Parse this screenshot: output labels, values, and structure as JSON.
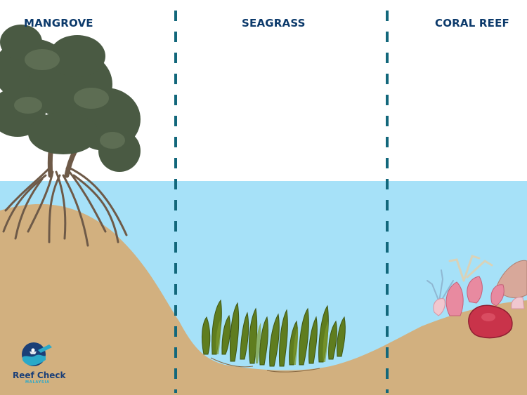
{
  "zones": {
    "mangrove": "MANGROVE",
    "seagrass": "SEAGRASS",
    "coral_reef": "CORAL REEF"
  },
  "logo": {
    "title": "Reef Check",
    "subtitle": "MALAYSIA"
  },
  "colors": {
    "sky": "#ffffff",
    "water": "#a6e1f8",
    "sand": "#d2b07f",
    "divider": "#12677b",
    "label": "#0c3a6b",
    "mangrove_foliage": "#4a5a43",
    "mangrove_trunk": "#6e5a48",
    "seagrass": "#5f7d1f",
    "coral_red": "#c9334a",
    "coral_pink": "#e88aa0"
  }
}
